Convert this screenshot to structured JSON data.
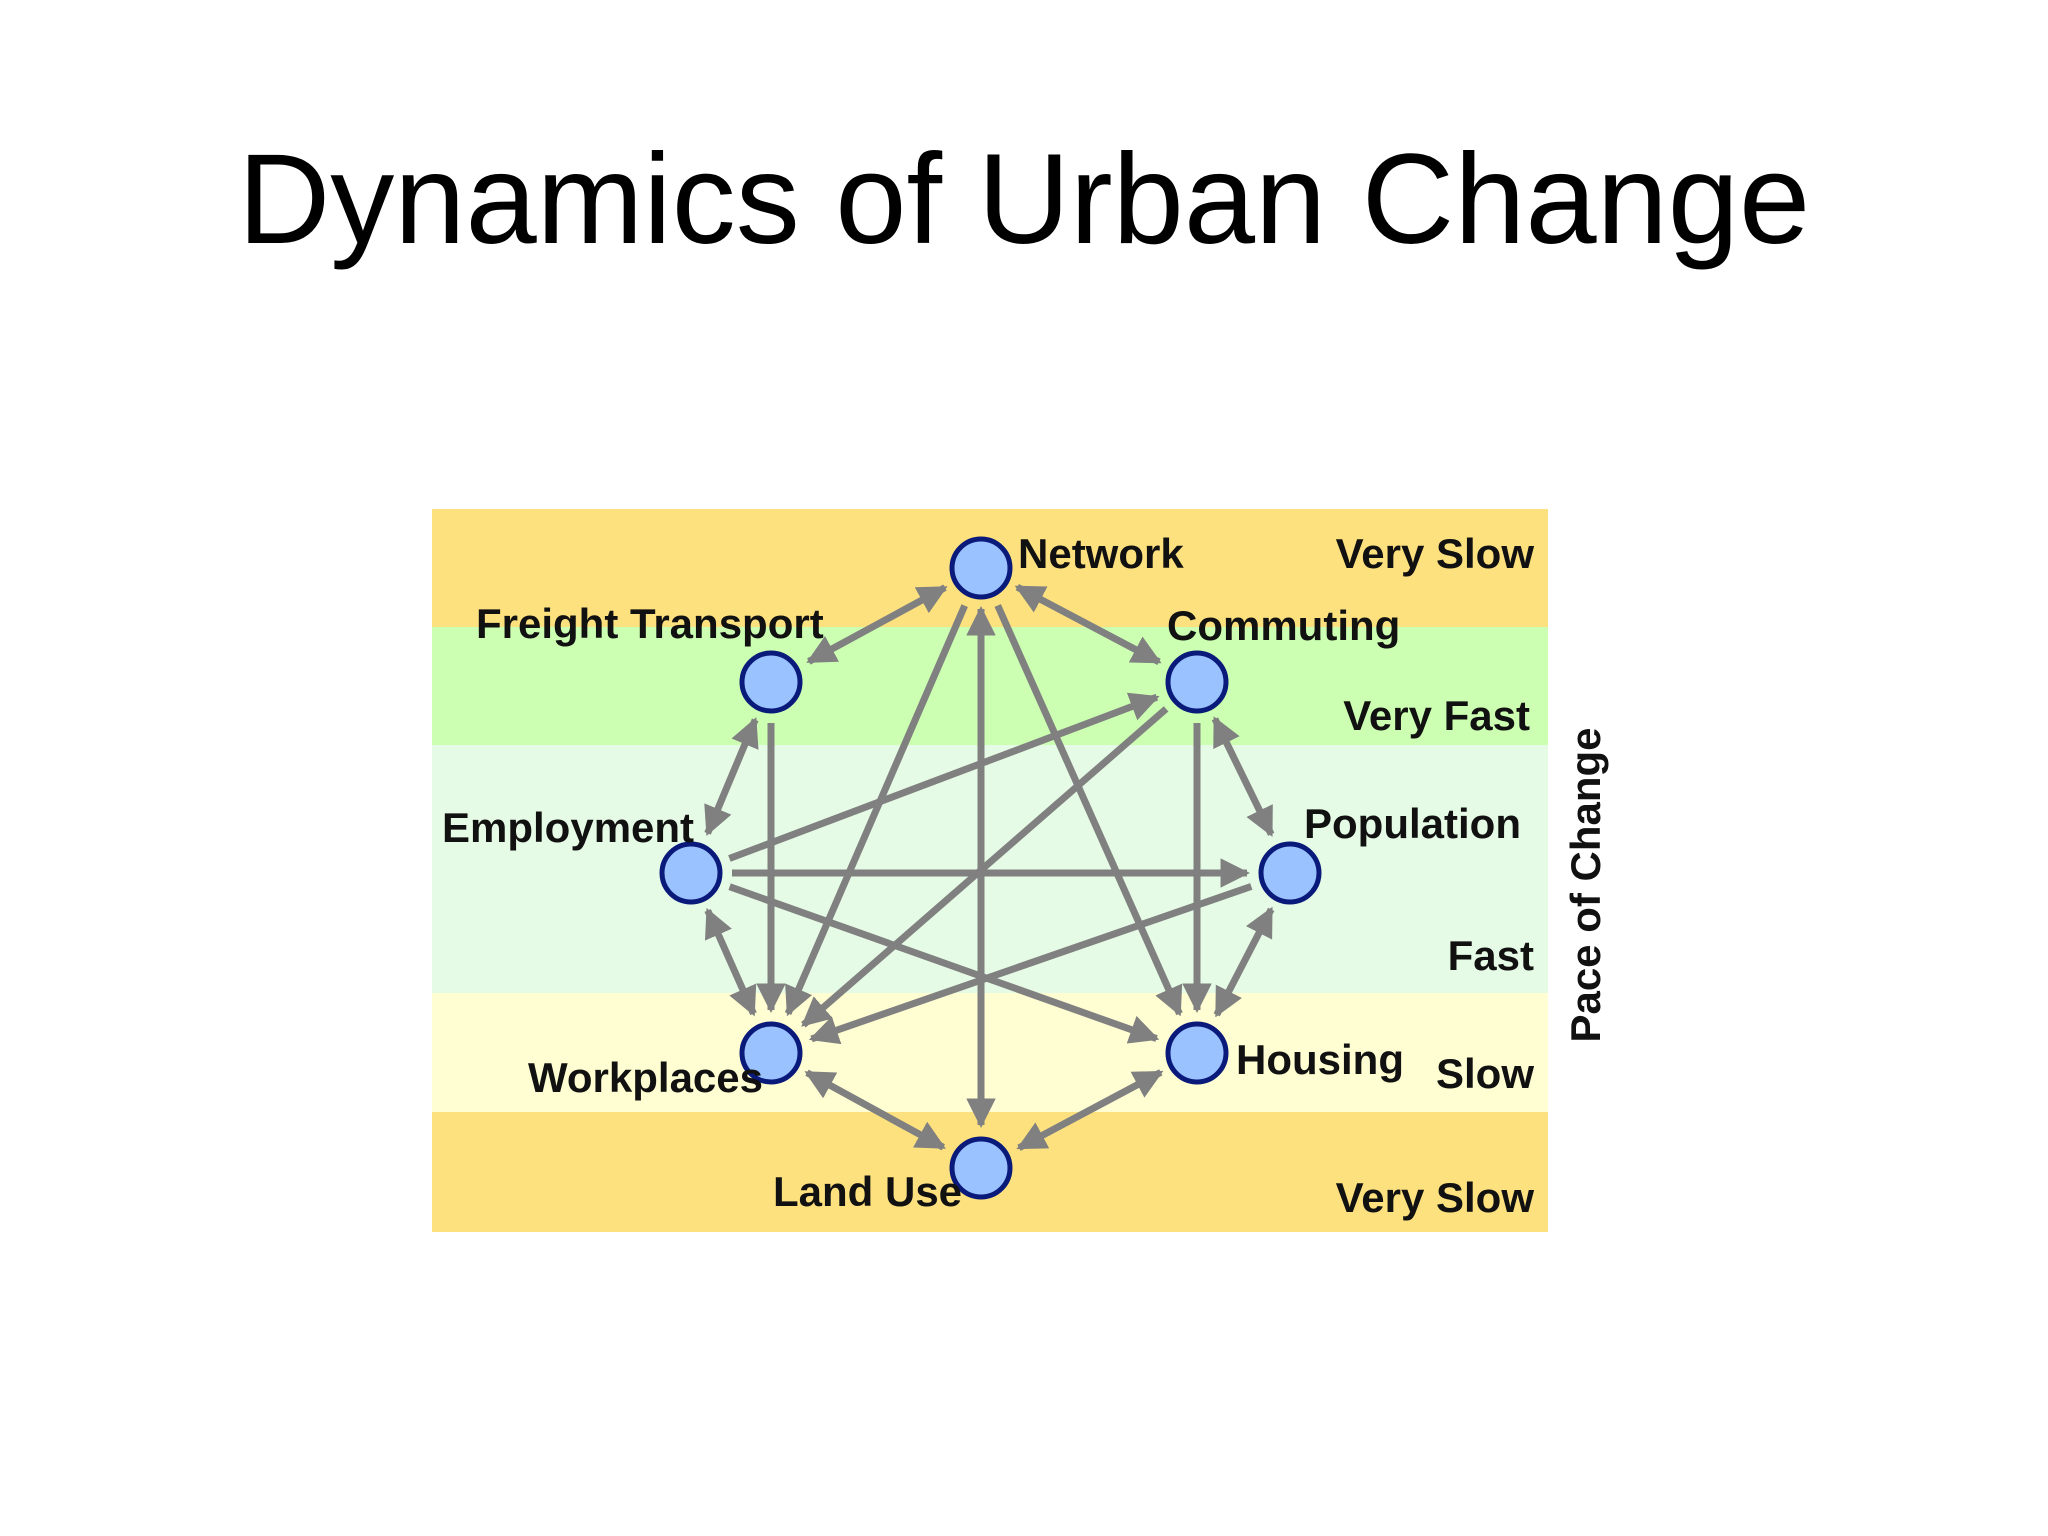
{
  "title": "Dynamics of Urban Change",
  "colors": {
    "very_slow_band": "#fde17f",
    "very_fast_band": "#ccffb2",
    "fast_band": "#e6fbe6",
    "slow_band": "#fffed2",
    "node_fill": "#99c2ff",
    "node_stroke": "#0a1a7a",
    "arrow": "#808080"
  },
  "axis_label": "Pace of Change",
  "bands": [
    {
      "id": "very-slow-top",
      "label": "Very Slow",
      "color": "#fde17f"
    },
    {
      "id": "very-fast",
      "label": "Very Fast",
      "color": "#ccffb2"
    },
    {
      "id": "fast",
      "label": "Fast",
      "color": "#e6fbe6"
    },
    {
      "id": "slow",
      "label": "Slow",
      "color": "#fffed2"
    },
    {
      "id": "very-slow-bottom",
      "label": "Very Slow",
      "color": "#fde17f"
    }
  ],
  "nodes": [
    {
      "id": "network",
      "label": "Network"
    },
    {
      "id": "freight-transport",
      "label": "Freight Transport"
    },
    {
      "id": "commuting",
      "label": "Commuting"
    },
    {
      "id": "employment",
      "label": "Employment"
    },
    {
      "id": "population",
      "label": "Population"
    },
    {
      "id": "workplaces",
      "label": "Workplaces"
    },
    {
      "id": "housing",
      "label": "Housing"
    },
    {
      "id": "land-use",
      "label": "Land Use"
    }
  ],
  "edges": [
    {
      "from": "network",
      "to": "freight-transport",
      "bidirectional": true
    },
    {
      "from": "network",
      "to": "commuting",
      "bidirectional": true
    },
    {
      "from": "network",
      "to": "workplaces",
      "bidirectional": false
    },
    {
      "from": "network",
      "to": "housing",
      "bidirectional": false
    },
    {
      "from": "network",
      "to": "land-use",
      "bidirectional": true
    },
    {
      "from": "freight-transport",
      "to": "employment",
      "bidirectional": true
    },
    {
      "from": "freight-transport",
      "to": "workplaces",
      "bidirectional": false
    },
    {
      "from": "commuting",
      "to": "population",
      "bidirectional": true
    },
    {
      "from": "commuting",
      "to": "housing",
      "bidirectional": false
    },
    {
      "from": "commuting",
      "to": "workplaces",
      "bidirectional": false
    },
    {
      "from": "commuting",
      "to": "employment",
      "bidirectional": false,
      "reverse": true
    },
    {
      "from": "employment",
      "to": "population",
      "bidirectional": false
    },
    {
      "from": "employment",
      "to": "housing",
      "bidirectional": false
    },
    {
      "from": "employment",
      "to": "workplaces",
      "bidirectional": true
    },
    {
      "from": "population",
      "to": "workplaces",
      "bidirectional": false
    },
    {
      "from": "population",
      "to": "housing",
      "bidirectional": true
    },
    {
      "from": "workplaces",
      "to": "land-use",
      "bidirectional": true
    },
    {
      "from": "housing",
      "to": "land-use",
      "bidirectional": true
    }
  ]
}
